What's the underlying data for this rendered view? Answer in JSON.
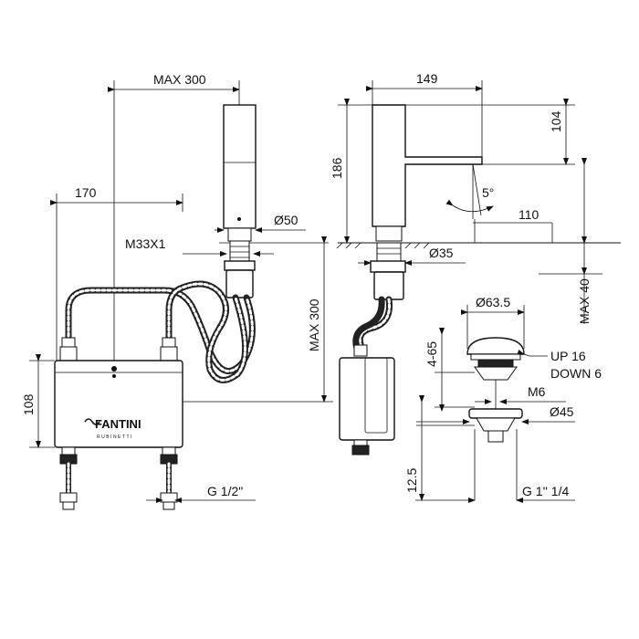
{
  "diagram": {
    "front_view": {
      "max_reach": "MAX 300",
      "box_offset": "170",
      "spout_diameter": "Ø50",
      "thread": "M33X1",
      "max_hose": "MAX 300",
      "box_height": "108",
      "inlet_thread": "G 1/2\"",
      "brand_logo": "FANTINI",
      "brand_sub": "RUBINETTI"
    },
    "side_view": {
      "depth": "149",
      "total_height": "186",
      "spout_height": "104",
      "tilt_angle": "5°",
      "outlet_height": "110",
      "base_diameter": "Ø35",
      "max_deck": "MAX 40"
    },
    "waste_valve": {
      "cap_diameter": "Ø63.5",
      "range": "4-65",
      "up_travel": "UP 16",
      "down_travel": "DOWN 6",
      "thread": "M6",
      "body_diameter": "Ø45",
      "tail_length": "12.5",
      "connection": "G 1'' 1/4"
    }
  }
}
